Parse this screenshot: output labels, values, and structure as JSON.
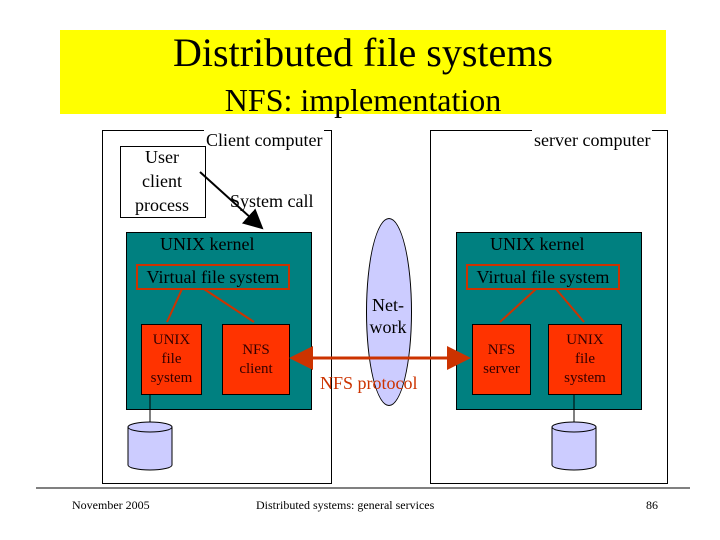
{
  "slide": {
    "title": "Distributed file systems",
    "subtitle": "NFS: implementation"
  },
  "client": {
    "label": "Client computer",
    "user_process_line1": "User",
    "user_process_line2": "client",
    "user_process_line3": "process",
    "system_call": "System call",
    "kernel_label": "UNIX kernel",
    "vfs_label": "Virtual file system",
    "unix_fs_line1": "UNIX",
    "unix_fs_line2": "file",
    "unix_fs_line3": "system",
    "nfs_client_line1": "NFS",
    "nfs_client_line2": "client"
  },
  "server": {
    "label": "server computer",
    "kernel_label": "UNIX kernel",
    "vfs_label": "Virtual file system",
    "nfs_server_line1": "NFS",
    "nfs_server_line2": "server",
    "unix_fs_line1": "UNIX",
    "unix_fs_line2": "file",
    "unix_fs_line3": "system"
  },
  "network": {
    "line1": "Net-",
    "line2": "work",
    "protocol_label": "NFS protocol"
  },
  "footer": {
    "date": "November 2005",
    "course": "Distributed systems: general services",
    "page": "86"
  },
  "colors": {
    "title_band": "#ffff00",
    "kernel": "#008080",
    "module": "#ff3300",
    "network": "#ccccff",
    "disk": "#ccccff",
    "arrows": "#cc3300"
  }
}
